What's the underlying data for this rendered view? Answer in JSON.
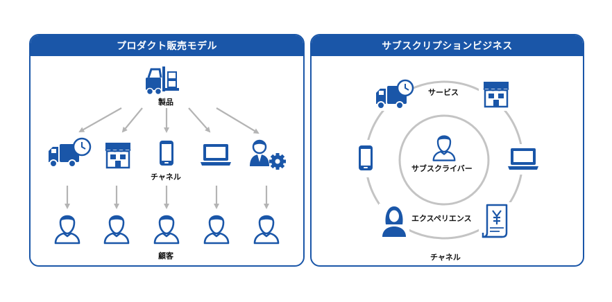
{
  "left_panel": {
    "title": "プロダクト販売モデル",
    "product_label": "製品",
    "channel_label": "チャネル",
    "customer_label": "顧客"
  },
  "right_panel": {
    "title": "サブスクリプションビジネス",
    "service_label": "サービス",
    "subscriber_label": "サブスクライバー",
    "experience_label": "エクスペリエンス",
    "channel_label": "チャネル"
  },
  "colors": {
    "primary": "#1a56a8",
    "arrow": "#b4b4b4",
    "ring": "#c4c4c4",
    "text": "#111111"
  },
  "icons": [
    "forklift-icon",
    "truck-clock-icon",
    "store-icon",
    "smartphone-icon",
    "laptop-icon",
    "operator-gear-icon",
    "customer-icon",
    "subscriber-icon",
    "woman-icon",
    "receipt-yen-icon"
  ]
}
